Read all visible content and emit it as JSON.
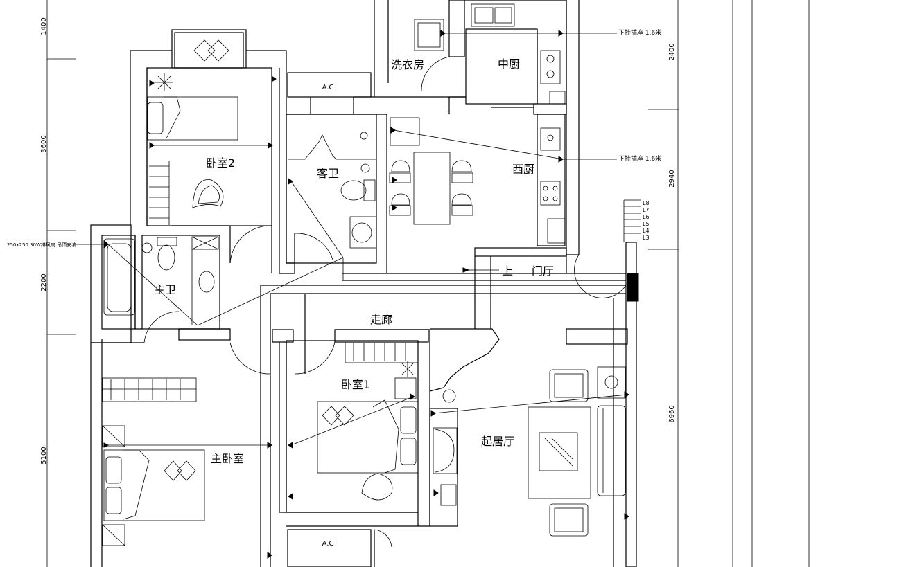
{
  "rooms": {
    "laundry": "洗衣房",
    "chinese_kitchen": "中厨",
    "western_kitchen": "西厨",
    "bedroom2": "卧室2",
    "guest_bath": "客卫",
    "master_bath": "主卫",
    "corridor": "走廊",
    "bedroom1": "卧室1",
    "living_room": "起居厅",
    "master_bedroom": "主卧室",
    "entrance": "门厅",
    "up": "上"
  },
  "labels": {
    "ac_top": "A.C",
    "ac_bottom": "A.C",
    "socket_note_top": "下挂插座  1.6米",
    "socket_note_mid": "下挂插座  1.6米",
    "fan_note": "250x250  30W排风扇  吊顶安装"
  },
  "dimensions": {
    "left": [
      "1400",
      "3600",
      "2200",
      "5100"
    ],
    "right": [
      "2400",
      "2940",
      "6960"
    ]
  },
  "circuits": [
    "L8",
    "L7",
    "L6",
    "L5",
    "L4",
    "L3"
  ]
}
